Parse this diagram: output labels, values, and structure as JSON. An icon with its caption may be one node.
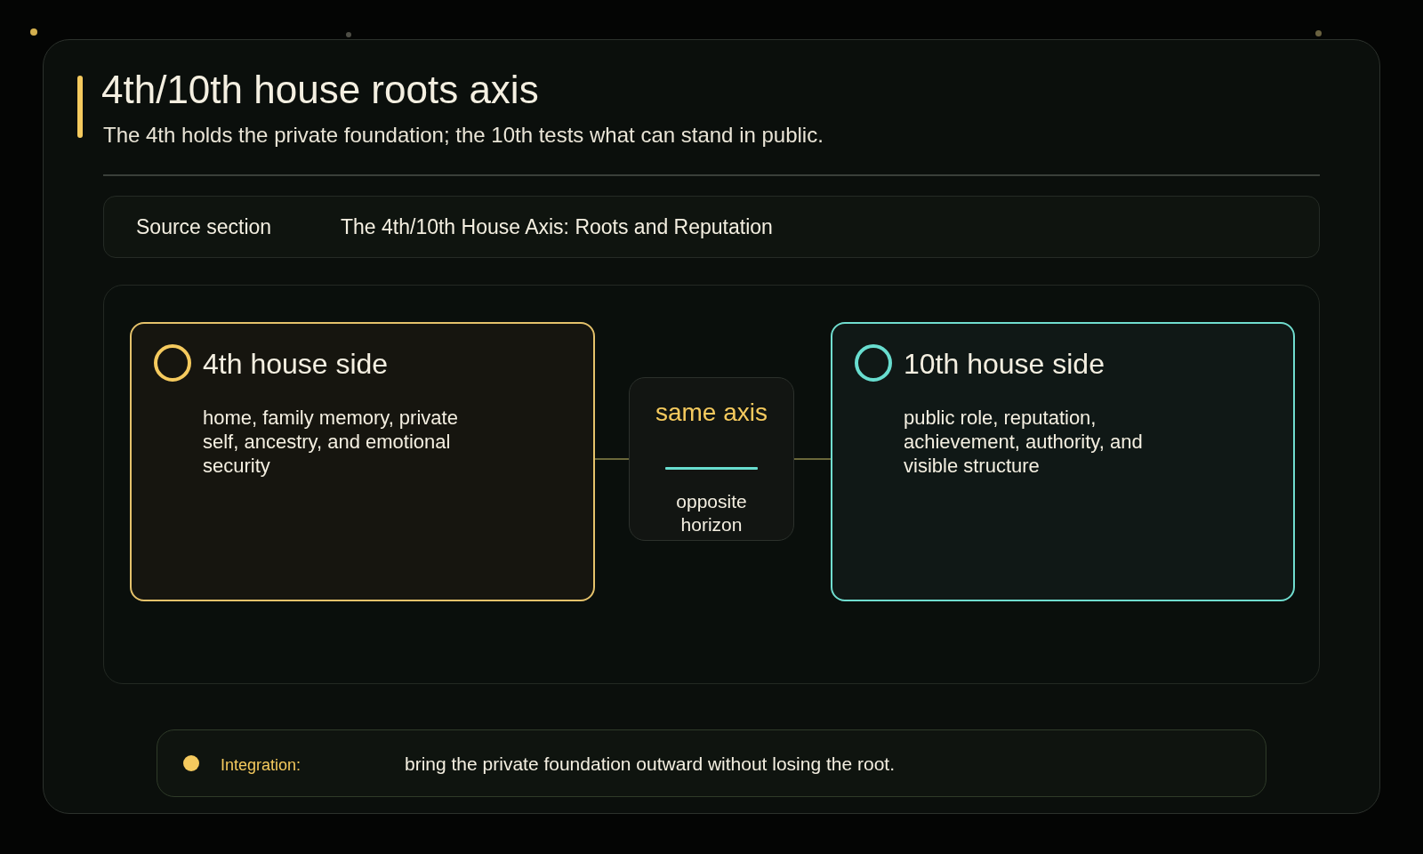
{
  "diagram": {
    "title": "4th/10th house roots axis",
    "nodes": [
      {
        "text": [
          "Source section",
          "The 4th/10th House Axis: Roots and Reputation"
        ]
      },
      {
        "text": [],
        "shape": "box"
      },
      {
        "text": [
          "4th house side",
          "home, family memory, private self, ancestry, and emotional security"
        ],
        "in": 1
      },
      {
        "text": [
          "same axis",
          "opposite horizon"
        ],
        "in": 1
      },
      {
        "text": [
          "10th house side",
          "public role, reputation, achievement, authority, and visible structure"
        ],
        "in": 1
      },
      {
        "text": [
          "Integration:",
          "bring the private foundation outward without losing the root."
        ]
      }
    ],
    "edges": [
      {
        "from": 2,
        "to": 3,
        "arrow": "none"
      },
      {
        "from": 3,
        "to": 4,
        "arrow": "none"
      }
    ],
    "labels": [
      "The 4th holds the private foundation; the 10th tests what can stand in public."
    ]
  }
}
